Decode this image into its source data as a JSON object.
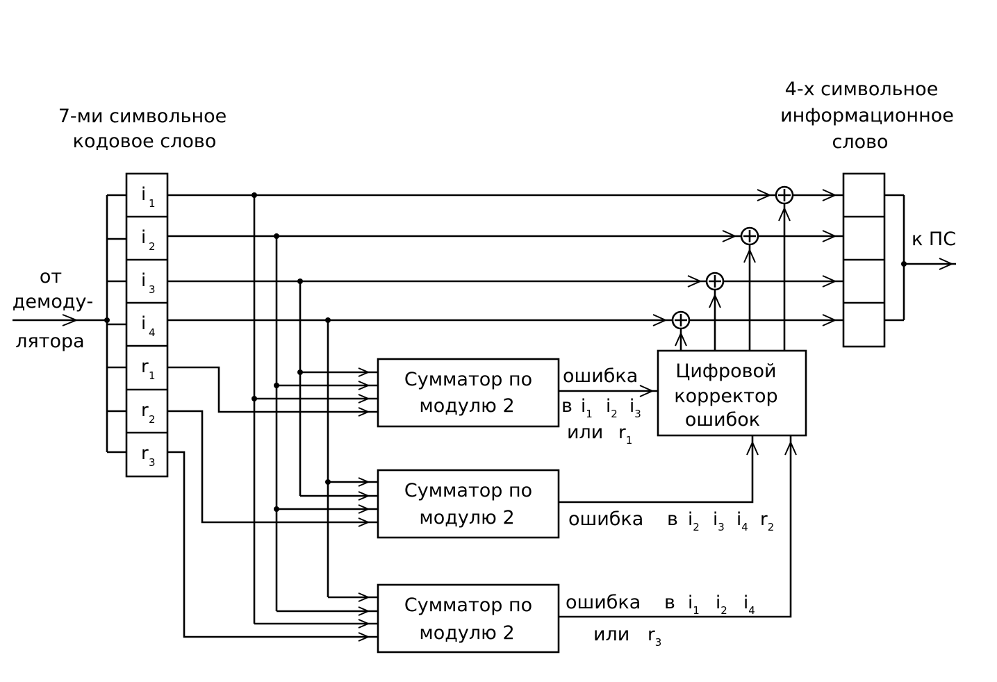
{
  "labels": {
    "codeword_title": [
      "7-ми символьное",
      "кодовое слово"
    ],
    "infoword_title": [
      "4-х символьное",
      "информационное",
      "слово"
    ],
    "source": [
      "от",
      "демоду-",
      "лятора"
    ],
    "output": "к ПС"
  },
  "register_cells": [
    {
      "letter": "i",
      "index": "1"
    },
    {
      "letter": "i",
      "index": "2"
    },
    {
      "letter": "i",
      "index": "3"
    },
    {
      "letter": "i",
      "index": "4"
    },
    {
      "letter": "r",
      "index": "1"
    },
    {
      "letter": "r",
      "index": "2"
    },
    {
      "letter": "r",
      "index": "3"
    }
  ],
  "adders": [
    {
      "line1": "Сумматор по",
      "line2": "модулю 2"
    },
    {
      "line1": "Сумматор по",
      "line2": "модулю 2"
    },
    {
      "line1": "Сумматор по",
      "line2": "модулю 2"
    }
  ],
  "corrector": [
    "Цифровой",
    "корректор",
    "ошибок"
  ],
  "error_labels": {
    "e1": {
      "word": "ошибка",
      "pre": "в",
      "symbols": [
        "i1",
        "i2",
        "i3"
      ],
      "alt_pre": "или",
      "alt": "r1"
    },
    "e2": {
      "word": "ошибка",
      "pre": "в",
      "symbols": [
        "i2",
        "i3",
        "i4",
        "r2"
      ]
    },
    "e3": {
      "word": "ошибка",
      "pre": "в",
      "symbols": [
        "i1",
        "i2",
        "i4"
      ],
      "alt_pre": "или",
      "alt": "r3"
    }
  },
  "xor_symbol": "⊕"
}
